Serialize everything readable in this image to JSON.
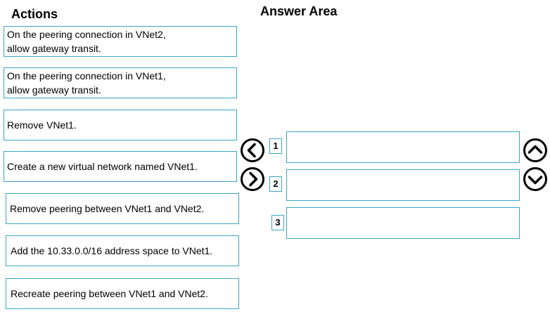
{
  "actions": {
    "heading": "Actions",
    "items": [
      "On the peering connection in VNet2,\nallow gateway transit.",
      "On the peering connection in VNet1,\nallow gateway transit.",
      "Remove VNet1.",
      "Create a new virtual network named VNet1.",
      "Remove peering between VNet1 and VNet2.",
      "Add the 10.33.0.0/16 address space to VNet1.",
      "Recreate peering between VNet1 and VNet2."
    ]
  },
  "answer_area": {
    "heading": "Answer Area",
    "slots": [
      {
        "number": "1",
        "value": ""
      },
      {
        "number": "2",
        "value": ""
      },
      {
        "number": "3",
        "value": ""
      }
    ]
  },
  "controls": {
    "move_left_icon": "chevron-left-circle-icon",
    "move_right_icon": "chevron-right-circle-icon",
    "move_up_icon": "chevron-up-circle-icon",
    "move_down_icon": "chevron-down-circle-icon"
  }
}
